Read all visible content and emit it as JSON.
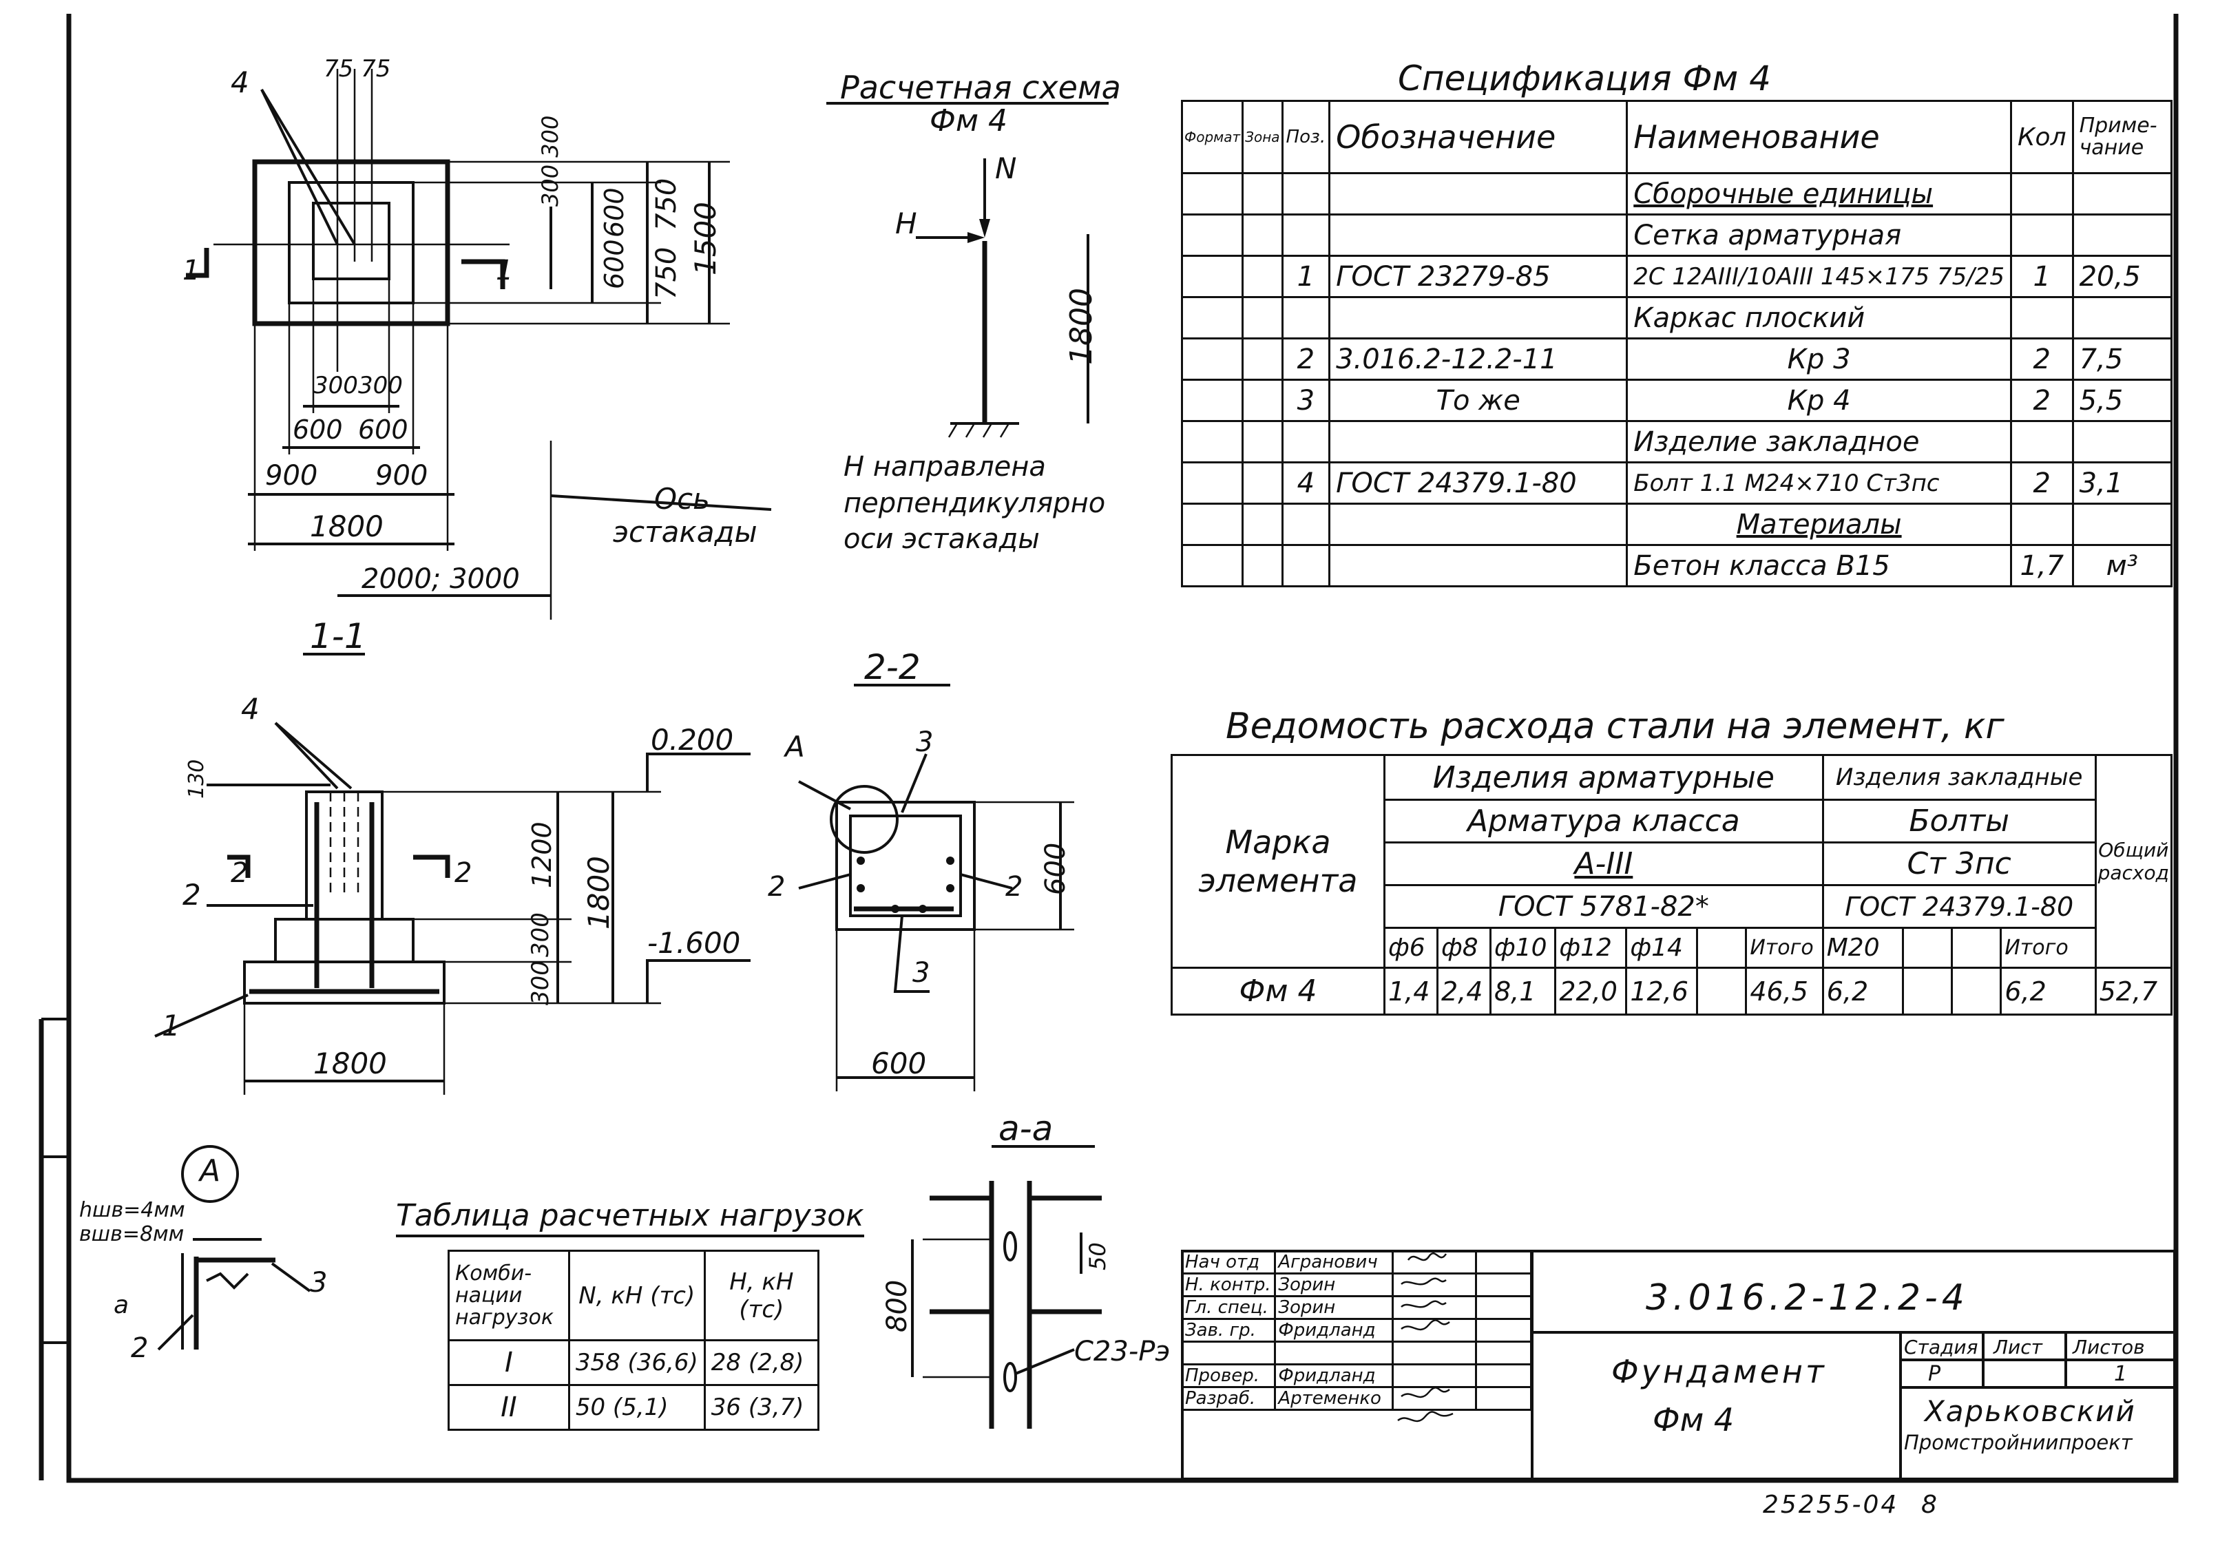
{
  "plan": {
    "label_pos": "4",
    "dim_top": "75 75",
    "dim_right_inner": "300 300",
    "dim_right_mid_a": "600",
    "dim_right_mid_b": "600",
    "dim_right_750a": "750",
    "dim_right_750b": "750",
    "dim_right_total": "1500",
    "dim_bottom_300a": "300",
    "dim_bottom_300b": "300",
    "dim_bottom_600a": "600",
    "dim_bottom_600b": "600",
    "dim_bottom_900a": "900",
    "dim_bottom_900b": "900",
    "dim_bottom_total": "1800",
    "dim_axis": "2000; 3000",
    "cut_left": "1",
    "cut_right": "1",
    "axis_label_1": "Ось",
    "axis_label_2": "эстакады"
  },
  "scheme": {
    "title_1": "Расчетная схема",
    "title_2": "Фм 4",
    "load_n": "N",
    "load_h": "H",
    "height": "1800",
    "note_1": "H направлена",
    "note_2": "перпендикулярно",
    "note_3": "оси эстакады"
  },
  "section_1_1": {
    "title": "1-1",
    "pos_4": "4",
    "pos_2": "2",
    "pos_1": "1",
    "dim_130": "130",
    "elev_top": "0.200",
    "elev_bottom": "-1.600",
    "dim_1200": "1200",
    "dim_1800v": "1800",
    "dim_300a": "300",
    "dim_300b": "300",
    "dim_width": "1800",
    "cut_left": "2",
    "cut_right": "2"
  },
  "section_2_2": {
    "title": "2-2",
    "node": "A",
    "pos_3a": "3",
    "pos_2a": "2",
    "pos_2b": "2",
    "pos_3b": "3",
    "dim_side": "600",
    "dim_bottom": "600"
  },
  "node_a": {
    "label": "A",
    "weld_h": "hшв=4мм",
    "weld_b": "вшв=8мм",
    "cut_a": "a",
    "pos_3": "3",
    "pos_2": "2"
  },
  "section_a_a": {
    "title": "а-а",
    "dim_800": "800",
    "dim_50": "50",
    "weld": "C23-Рэ"
  },
  "loads_table": {
    "title": "Таблица расчетных нагрузок",
    "headers": [
      "Комби-нации нагрузок",
      "N, кН (тс)",
      "H, кН (тс)"
    ],
    "rows": [
      [
        "I",
        "358 (36,6)",
        "28 (2,8)"
      ],
      [
        "II",
        "50 (5,1)",
        "36 (3,7)"
      ]
    ]
  },
  "spec": {
    "title": "Спецификация Фм 4",
    "headers": [
      "Формат",
      "Зона",
      "Поз.",
      "Обозначение",
      "Наименование",
      "Кол",
      "Приме-чание"
    ],
    "rows": [
      [
        "",
        "",
        "",
        "",
        "Сборочные единицы",
        "",
        ""
      ],
      [
        "",
        "",
        "",
        "",
        "Сетка арматурная",
        "",
        ""
      ],
      [
        "",
        "",
        "1",
        "ГОСТ 23279-85",
        "2С 12АIII/10АIII 145×175 75/25",
        "1",
        "20,5"
      ],
      [
        "",
        "",
        "",
        "",
        "Каркас плоский",
        "",
        ""
      ],
      [
        "",
        "",
        "2",
        "3.016.2-12.2-11",
        "Кр 3",
        "2",
        "7,5"
      ],
      [
        "",
        "",
        "3",
        "То же",
        "Кр 4",
        "2",
        "5,5"
      ],
      [
        "",
        "",
        "",
        "",
        "Изделие закладное",
        "",
        ""
      ],
      [
        "",
        "",
        "4",
        "ГОСТ 24379.1-80",
        "Болт 1.1 М24×710 Ст3пс",
        "2",
        "3,1"
      ],
      [
        "",
        "",
        "",
        "",
        "Материалы",
        "",
        ""
      ],
      [
        "",
        "",
        "",
        "",
        "Бетон класса В15",
        "1,7",
        "м³"
      ]
    ]
  },
  "steel": {
    "title": "Ведомость расхода стали на элемент, кг",
    "mark_header": "Марка элемента",
    "group_1": "Изделия арматурные",
    "group_2": "Изделия закладные",
    "class_header": "Арматура класса",
    "class_value": "А-III",
    "gost_1": "ГОСТ 5781-82*",
    "bolts": "Болты",
    "steel_grade": "Ст 3пс",
    "gost_2": "ГОСТ 24379.1-80",
    "total_header": "Общий расход",
    "diameters": [
      "ф6",
      "ф8",
      "ф10",
      "ф12",
      "ф14",
      "",
      "Итого",
      "М20",
      "",
      "",
      "Итого"
    ],
    "row_mark": "Фм 4",
    "values": [
      "1,4",
      "2,4",
      "8,1",
      "22,0",
      "12,6",
      "",
      "46,5",
      "6,2",
      "",
      "",
      "6,2"
    ],
    "total": "52,7"
  },
  "title_block": {
    "code": "3.016.2-12.2-4",
    "roles": [
      "Нач отд",
      "Н. контр.",
      "Гл. спец.",
      "Зав. гр.",
      "",
      "Провер.",
      "Разраб."
    ],
    "names": [
      "Агранович",
      "Зорин",
      "Зорин",
      "Фридланд",
      "",
      "Фридланд",
      "Артеменко"
    ],
    "name_1": "Фундамент",
    "name_2": "Фм 4",
    "stage_header": "Стадия",
    "sheet_header": "Лист",
    "sheets_header": "Листов",
    "stage": "Р",
    "sheets": "1",
    "org_1": "Харьковский",
    "org_2": "Промстройниипроект"
  },
  "footer": {
    "number": "25255-04",
    "page": "8"
  }
}
